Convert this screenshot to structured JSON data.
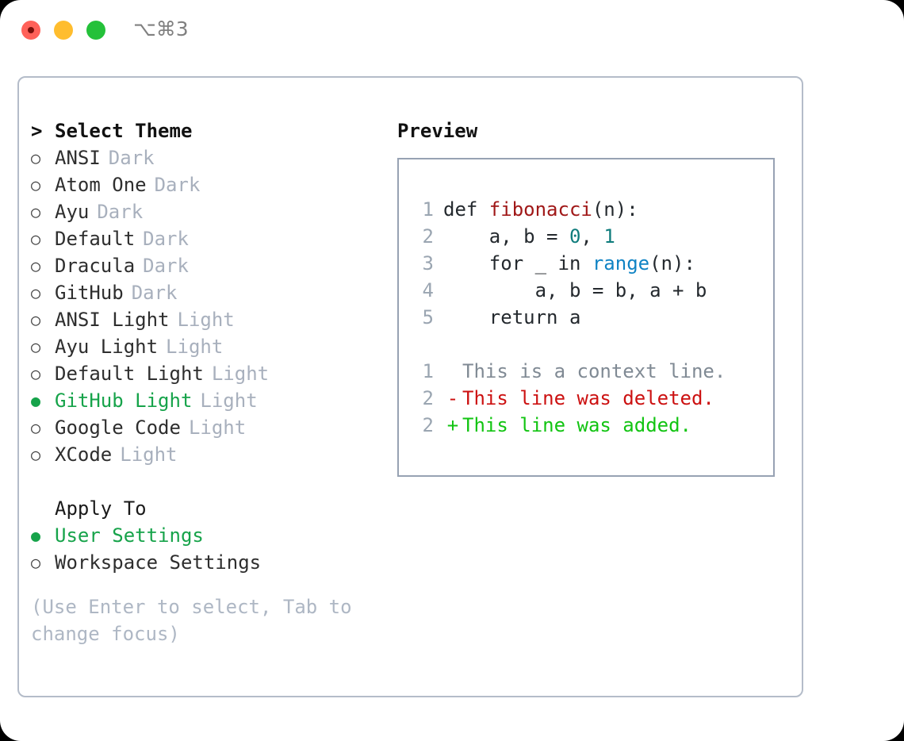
{
  "titlebar": {
    "shortcut": "⌥⌘3",
    "lights": [
      {
        "name": "close",
        "color": "#ff6159"
      },
      {
        "name": "minimize",
        "color": "#ffbd2e"
      },
      {
        "name": "zoom",
        "color": "#24c13a"
      }
    ]
  },
  "theme_picker": {
    "cursor": ">",
    "heading": "Select Theme",
    "bullet_selected": "●",
    "bullet_unselected": "○",
    "items": [
      {
        "label": "ANSI",
        "tag": "Dark",
        "selected": false
      },
      {
        "label": "Atom One",
        "tag": "Dark",
        "selected": false
      },
      {
        "label": "Ayu",
        "tag": "Dark",
        "selected": false
      },
      {
        "label": "Default",
        "tag": "Dark",
        "selected": false
      },
      {
        "label": "Dracula",
        "tag": "Dark",
        "selected": false
      },
      {
        "label": "GitHub",
        "tag": "Dark",
        "selected": false
      },
      {
        "label": "ANSI Light",
        "tag": "Light",
        "selected": false
      },
      {
        "label": "Ayu Light",
        "tag": "Light",
        "selected": false
      },
      {
        "label": "Default Light",
        "tag": "Light",
        "selected": false
      },
      {
        "label": "GitHub Light",
        "tag": "Light",
        "selected": true
      },
      {
        "label": "Google Code",
        "tag": "Light",
        "selected": false
      },
      {
        "label": "XCode",
        "tag": "Light",
        "selected": false
      }
    ]
  },
  "apply_to": {
    "heading": "Apply To",
    "options": [
      {
        "label": "User Settings",
        "selected": true
      },
      {
        "label": "Workspace Settings",
        "selected": false
      }
    ]
  },
  "hint": "(Use Enter to select, Tab to change focus)",
  "preview": {
    "title": "Preview",
    "code_lines": [
      {
        "no": "1",
        "tokens": [
          {
            "t": "def ",
            "c": "plain"
          },
          {
            "t": "fibonacci",
            "c": "func"
          },
          {
            "t": "(n):",
            "c": "plain"
          }
        ]
      },
      {
        "no": "2",
        "tokens": [
          {
            "t": "    a, b = ",
            "c": "plain"
          },
          {
            "t": "0",
            "c": "num"
          },
          {
            "t": ", ",
            "c": "plain"
          },
          {
            "t": "1",
            "c": "num"
          }
        ]
      },
      {
        "no": "3",
        "tokens": [
          {
            "t": "    for _ in ",
            "c": "plain"
          },
          {
            "t": "range",
            "c": "builtin"
          },
          {
            "t": "(n):",
            "c": "plain"
          }
        ]
      },
      {
        "no": "4",
        "tokens": [
          {
            "t": "        a, b = b, a + b",
            "c": "plain"
          }
        ]
      },
      {
        "no": "5",
        "tokens": [
          {
            "t": "    return a",
            "c": "plain"
          }
        ]
      }
    ],
    "diff_lines": [
      {
        "no": "1",
        "mark": " ",
        "text": "This is a context line.",
        "kind": "ctx"
      },
      {
        "no": "2",
        "mark": "-",
        "text": "This line was deleted.",
        "kind": "del"
      },
      {
        "no": "2",
        "mark": "+",
        "text": "This line was added.",
        "kind": "add"
      }
    ]
  },
  "colors": {
    "accent_green": "#16a34a",
    "diff_add": "#12c412",
    "diff_delete": "#cc1111",
    "muted": "#a8b0bd",
    "border": "#b4bcc9"
  }
}
